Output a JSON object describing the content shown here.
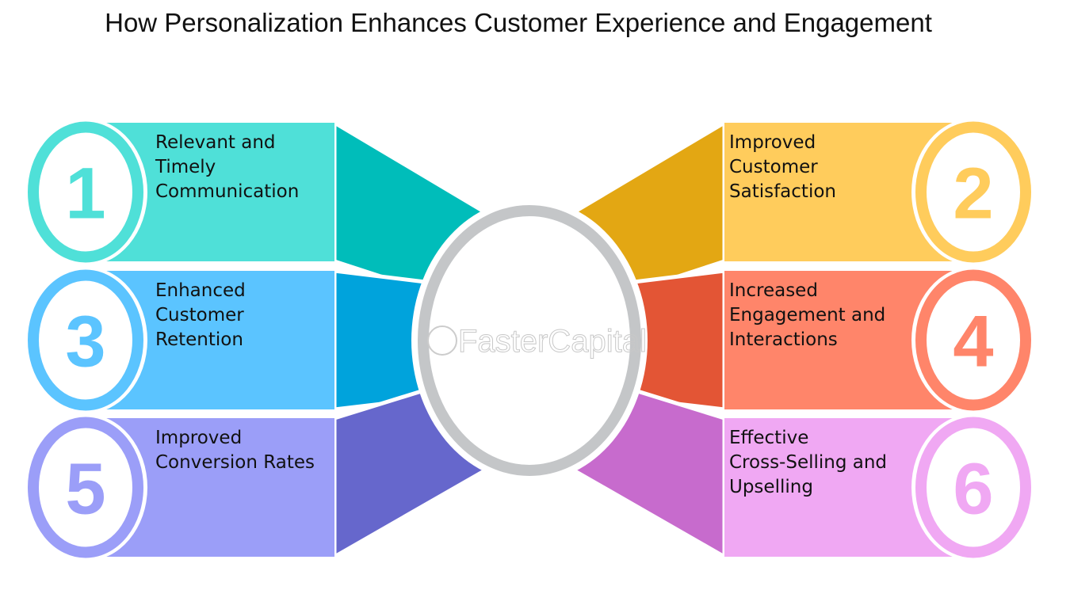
{
  "title": "How Personalization Enhances Customer Experience and Engagement",
  "watermark": "FasterCapital",
  "items": [
    {
      "number": "1",
      "lines": [
        "Relevant and",
        "Timely",
        "Communication"
      ],
      "light": "#4FE0D8",
      "dark": "#00BDBA"
    },
    {
      "number": "2",
      "lines": [
        "Improved",
        "Customer",
        "Satisfaction"
      ],
      "light": "#FFCC5C",
      "dark": "#E3A713"
    },
    {
      "number": "3",
      "lines": [
        "Enhanced",
        "Customer",
        "Retention"
      ],
      "light": "#5BC4FF",
      "dark": "#00A3DC"
    },
    {
      "number": "4",
      "lines": [
        "Increased",
        "Engagement and",
        "Interactions"
      ],
      "light": "#FF856A",
      "dark": "#E35535"
    },
    {
      "number": "5",
      "lines": [
        "Improved",
        "Conversion Rates"
      ],
      "light": "#9B9EF8",
      "dark": "#6667CC"
    },
    {
      "number": "6",
      "lines": [
        "Effective",
        "Cross-Selling and",
        "Upselling"
      ],
      "light": "#F0A8F3",
      "dark": "#C76BCD"
    }
  ],
  "ring_color": "#C4C6C8"
}
